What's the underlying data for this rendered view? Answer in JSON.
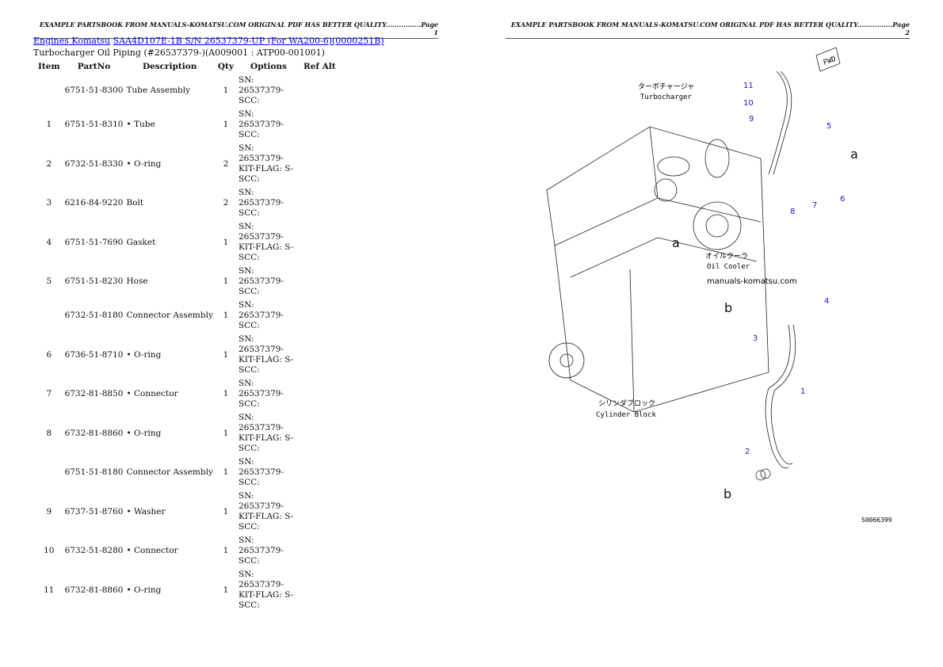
{
  "header_left": "EXAMPLE PARTSBOOK FROM MANUALS-KOMATSU.COM ORIGINAL PDF HAS BETTER QUALITY................Page 1",
  "header_right": "EXAMPLE PARTSBOOK FROM MANUALS-KOMATSU.COM ORIGINAL PDF HAS BETTER QUALITY................Page 2",
  "breadcrumb": {
    "link1": "Engines Komatsu",
    "link2": "SAA4D107E-1B S/N 26537379-UP (For WA200-6)(0000251B)"
  },
  "subtitle": "Turbocharger Oil Piping (#26537379-)(A009001 : ATP00-001001)",
  "columns": [
    "Item",
    "PartNo",
    "Description",
    "Qty",
    "Options",
    "Ref Alt"
  ],
  "rows": [
    {
      "item": "",
      "part": "6751-51-8300",
      "desc": "Tube Assembly",
      "qty": "1",
      "opt": "SN: 26537379-SCC:"
    },
    {
      "item": "1",
      "part": "6751-51-8310",
      "desc": "• Tube",
      "qty": "1",
      "opt": "SN: 26537379-SCC:"
    },
    {
      "item": "2",
      "part": "6732-51-8330",
      "desc": "• O-ring",
      "qty": "2",
      "opt": "SN: 26537379-KIT-FLAG: S-SCC:"
    },
    {
      "item": "3",
      "part": "6216-84-9220",
      "desc": "Bolt",
      "qty": "2",
      "opt": "SN: 26537379-SCC:"
    },
    {
      "item": "4",
      "part": "6751-51-7690",
      "desc": "Gasket",
      "qty": "1",
      "opt": "SN: 26537379-KIT-FLAG: S-SCC:"
    },
    {
      "item": "5",
      "part": "6751-51-8230",
      "desc": "Hose",
      "qty": "1",
      "opt": "SN: 26537379-SCC:"
    },
    {
      "item": "",
      "part": "6732-51-8180",
      "desc": "Connector Assembly",
      "qty": "1",
      "opt": "SN: 26537379-SCC:"
    },
    {
      "item": "6",
      "part": "6736-51-8710",
      "desc": "• O-ring",
      "qty": "1",
      "opt": "SN: 26537379-KIT-FLAG: S-SCC:"
    },
    {
      "item": "7",
      "part": "6732-81-8850",
      "desc": "• Connector",
      "qty": "1",
      "opt": "SN: 26537379-SCC:"
    },
    {
      "item": "8",
      "part": "6732-81-8860",
      "desc": "• O-ring",
      "qty": "1",
      "opt": "SN: 26537379-KIT-FLAG: S-SCC:"
    },
    {
      "item": "",
      "part": "6751-51-8180",
      "desc": "Connector Assembly",
      "qty": "1",
      "opt": "SN: 26537379-SCC:"
    },
    {
      "item": "9",
      "part": "6737-51-8760",
      "desc": "• Washer",
      "qty": "1",
      "opt": "SN: 26537379-KIT-FLAG: S-SCC:"
    },
    {
      "item": "10",
      "part": "6732-51-8280",
      "desc": "• Connector",
      "qty": "1",
      "opt": "SN: 26537379-SCC:"
    },
    {
      "item": "11",
      "part": "6732-81-8860",
      "desc": "• O-ring",
      "qty": "1",
      "opt": "SN: 26537379-KIT-FLAG: S-SCC:"
    }
  ],
  "diagram": {
    "turbo_jp": "ターボチャージャ",
    "turbo_en": "Turbocharger",
    "cooler_jp": "オイルクーラ",
    "cooler_en": "Oil Cooler",
    "block_jp": "シリンダブロック",
    "block_en": "Cylinder Block",
    "watermark": "manuals-komatsu.com",
    "fwd": "FWD",
    "code": "S0066399",
    "callouts": [
      "1",
      "2",
      "3",
      "4",
      "5",
      "6",
      "7",
      "8",
      "9",
      "10",
      "11",
      "a",
      "a",
      "b",
      "b"
    ],
    "callout_color": "#1a1acc"
  }
}
